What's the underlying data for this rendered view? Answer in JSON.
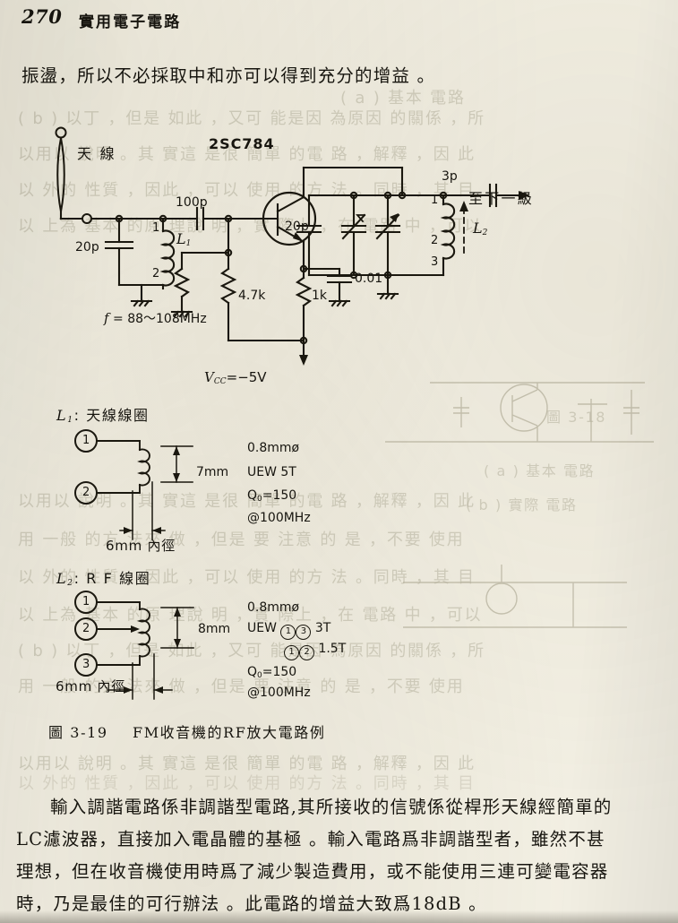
{
  "header": {
    "page_number": "270",
    "book_title": "實用電子電路"
  },
  "top_paragraph": {
    "line1": "振盪，所以不必採取中和亦可以得到充分的增益 。"
  },
  "figure": {
    "caption_number": "圖 3-19",
    "caption_text": "FM收音機的RF放大電路例",
    "circuit": {
      "antenna_label": "天 線",
      "transistor_label": "2SC784",
      "input_cap_label": "20p",
      "coupling_cap_label": "100p",
      "coil_l1_label": "L",
      "coil_l1_sub": "1",
      "coil_l1_tap_top": "1",
      "coil_l1_tap_bottom": "2",
      "frequency_label": "f = 88～108MHz",
      "base_divider_label": "4.7k",
      "emitter_res_label": "1k",
      "bypass_cap_label": "0.01",
      "tank_cap_label": "20p",
      "coil_l2_label": "L",
      "coil_l2_sub": "2",
      "coil_l2_tap_1": "1",
      "coil_l2_tap_2": "2",
      "coil_l2_tap_3": "3",
      "output_cap_label": "3p",
      "output_text": "至下一級",
      "supply_label": "V",
      "supply_sub": "CC",
      "supply_value": "=−5V"
    },
    "coil_l1_spec": {
      "title_prefix": "L",
      "title_sub": "1",
      "title_text": ": 天線線圈",
      "terminal_1": "1",
      "terminal_2": "2",
      "height_dim": "7mm",
      "inner_dim": "6mm 內徑",
      "spec_wire": "0.8mmø",
      "spec_turns": "UEW  5T",
      "spec_q_prefix": "Q",
      "spec_q_sub": "0",
      "spec_q_value": "=150",
      "spec_freq": "@100MHz"
    },
    "coil_l2_spec": {
      "title_prefix": "L",
      "title_sub": "2",
      "title_text": ": R F 線圈",
      "terminal_1": "1",
      "terminal_2": "2",
      "terminal_3": "3",
      "height_dim": "8mm",
      "inner_dim": "6mm 內徑",
      "spec_wire": "0.8mmø",
      "spec_uew": "UEW",
      "spec_turns_a_from": "1",
      "spec_turns_a_to": "3",
      "spec_turns_a_value": "3T",
      "spec_turns_b_from": "1",
      "spec_turns_b_to": "2",
      "spec_turns_b_value": "1.5T",
      "spec_q_prefix": "Q",
      "spec_q_sub": "0",
      "spec_q_value": "=150",
      "spec_freq": "@100MHz"
    }
  },
  "body_paragraph": {
    "line1": "輸入調諧電路係非調諧型電路,其所接收的信號係從桿形天線經簡單的",
    "line2": "LC濾波器，直接加入電晶體的基極 。輸入電路爲非調諧型者，雖然不甚",
    "line3": "理想，但在收音機使用時爲了減少製造費用，或不能使用三連可變電容器",
    "line4": "時，乃是最佳的可行辦法 。此電路的增益大致爲18dB 。"
  },
  "bleed_through": {
    "l1": "( b ) 以丁 ，但是 如此 ，又可 能是因 為原因 的關係 ，所",
    "l2": "以用以 說明 。其 實這 是很 簡單 的電 路 ，解釋 ，因 此",
    "l3": "以 外的 性質 ，因此 ，可以 使用 的方 法 。同時 ，其 目",
    "l4": "( a ) 基本 電路",
    "l5": "圖 3-18",
    "l6": "( b ) 實際 電路",
    "l7": "以 上為 基本 的原 理說 明 ，實 際上 ，在 電路 中 ，可以",
    "l8": "用 一般 的方 法來 做 ，但是 要 注意 的 是 ，不要 使用"
  },
  "colors": {
    "paper": "#f2efe3",
    "ink": "#1b180f",
    "ghost": "#b9b5a2"
  }
}
